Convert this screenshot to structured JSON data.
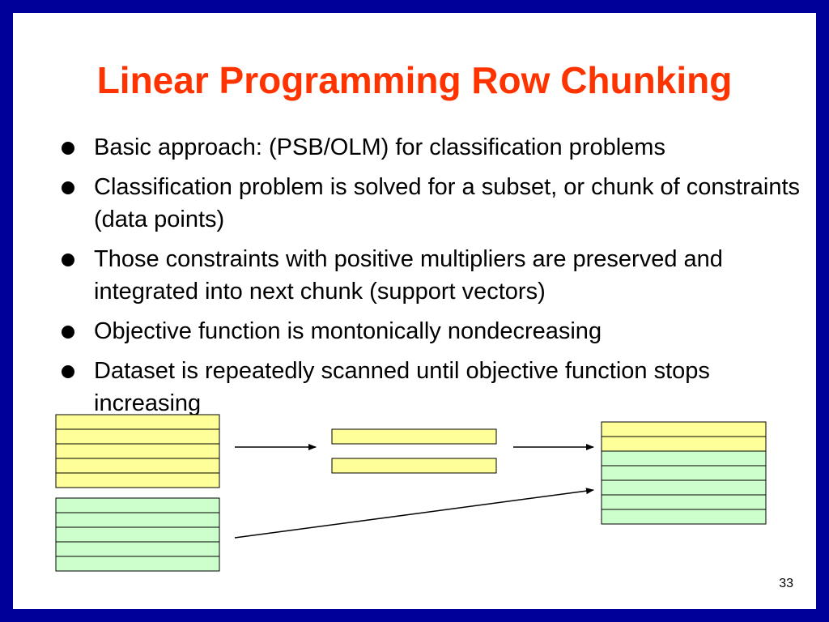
{
  "slide": {
    "title": "Linear Programming Row Chunking",
    "bullets": [
      "Basic approach: (PSB/OLM) for classification problems",
      "Classification problem is solved for a subset, or chunk of constraints (data points)",
      "Those constraints with positive multipliers are preserved and integrated into next chunk (support vectors)",
      "Objective function is montonically nondecreasing",
      "Dataset is repeatedly scanned until objective function stops increasing"
    ],
    "page_number": "33"
  },
  "colors": {
    "border": "#000099",
    "title": "#ff3300",
    "yellow_row": "#ffff99",
    "green_row": "#ccffcc"
  },
  "diagram": {
    "stacks": [
      {
        "name": "chunk-stack",
        "rows": [
          "yellow",
          "yellow",
          "yellow",
          "yellow",
          "yellow"
        ]
      },
      {
        "name": "remaining-data-stack",
        "rows": [
          "green",
          "green",
          "green",
          "green",
          "green"
        ]
      },
      {
        "name": "support-vectors-stack",
        "rows": [
          "yellow",
          "yellow"
        ]
      },
      {
        "name": "next-chunk-stack",
        "rows": [
          "yellow",
          "yellow",
          "green",
          "green",
          "green",
          "green",
          "green"
        ]
      }
    ]
  }
}
